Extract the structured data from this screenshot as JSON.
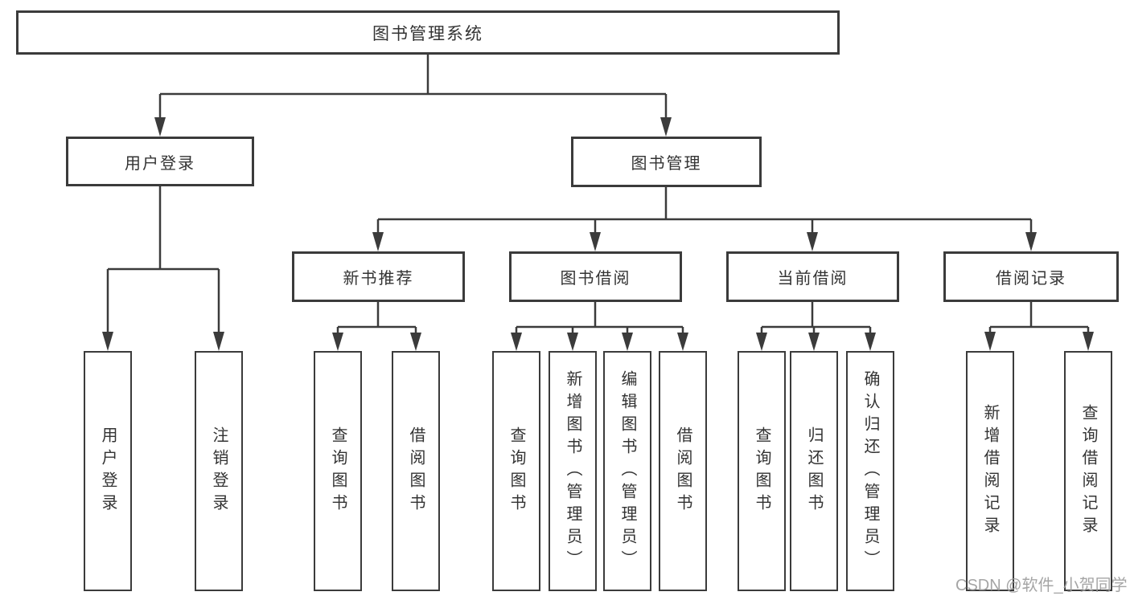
{
  "diagram": {
    "root_label": "图书管理系统",
    "level2": [
      {
        "label": "用户登录",
        "leaves": [
          "用户登录",
          "注销登录"
        ]
      },
      {
        "label": "图书管理",
        "groups": [
          {
            "label": "新书推荐",
            "leaves": [
              "查询图书",
              "借阅图书"
            ]
          },
          {
            "label": "图书借阅",
            "leaves": [
              "查询图书",
              "新增图书（管理员）",
              "编辑图书（管理员）",
              "借阅图书"
            ]
          },
          {
            "label": "当前借阅",
            "leaves": [
              "查询图书",
              "归还图书",
              "确认归还（管理员）"
            ]
          },
          {
            "label": "借阅记录",
            "leaves": [
              "新增借阅记录",
              "查询借阅记录"
            ]
          }
        ]
      }
    ]
  },
  "watermark": "CSDN @软件_小贺同学",
  "colors": {
    "line": "#3b3b3b",
    "box_border": "#3b3b3b",
    "text": "#333333",
    "watermark": "#9c9c9c",
    "background": "#ffffff"
  }
}
